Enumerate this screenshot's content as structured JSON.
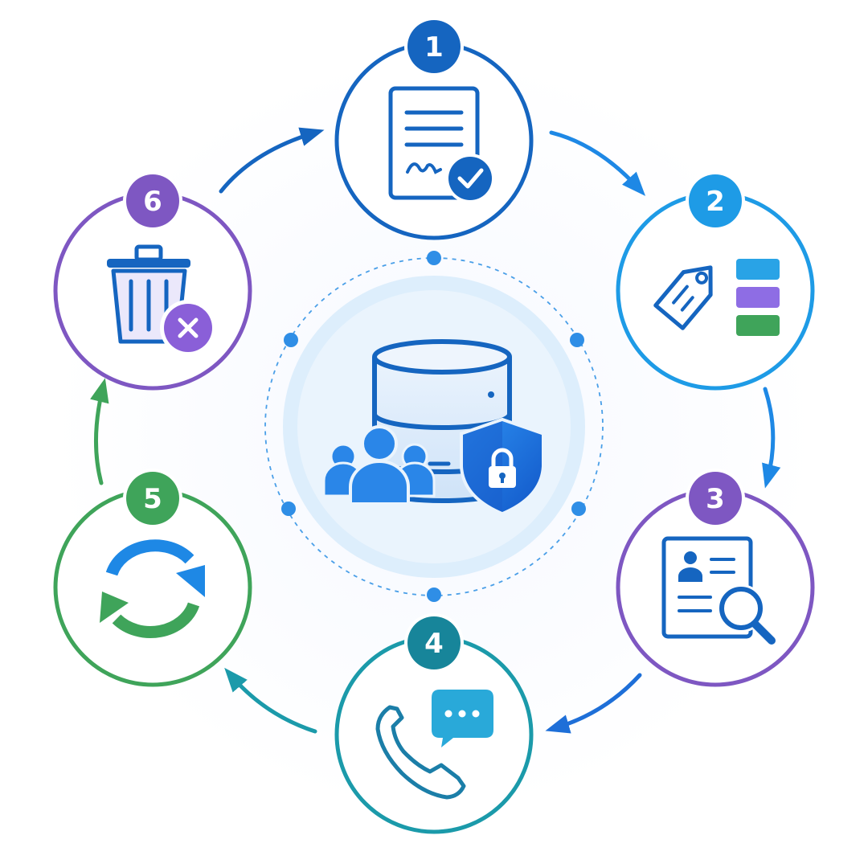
{
  "diagram": {
    "center": {
      "icon": "database-users-shield-icon"
    },
    "steps": [
      {
        "number": "1",
        "icon": "signed-document-check-icon",
        "color": "#1565c0"
      },
      {
        "number": "2",
        "icon": "tag-categories-icon",
        "color": "#1e9be6"
      },
      {
        "number": "3",
        "icon": "profile-document-search-icon",
        "color": "#7e57c2"
      },
      {
        "number": "4",
        "icon": "phone-chat-icon",
        "color": "#1b9aaa"
      },
      {
        "number": "5",
        "icon": "refresh-cycle-icon",
        "color": "#3fa45a"
      },
      {
        "number": "6",
        "icon": "trash-delete-icon",
        "color": "#7e57c2"
      }
    ]
  }
}
